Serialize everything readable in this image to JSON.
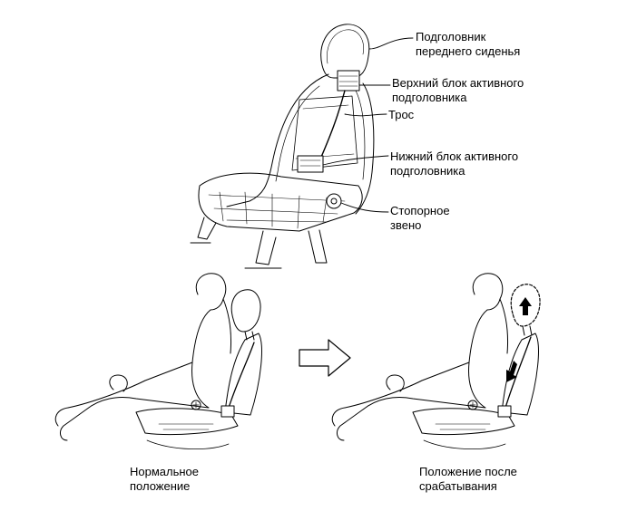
{
  "callouts": {
    "headrest": [
      "Подголовник",
      "переднего сиденья"
    ],
    "upper_block": [
      "Верхний блок активного",
      "подголовника"
    ],
    "cable": [
      "Трос"
    ],
    "lower_block": [
      "Нижний блок активного",
      "подголовника"
    ],
    "link": [
      "Стопорное",
      "звено"
    ]
  },
  "captions": {
    "normal": [
      "Нормальное",
      "положение"
    ],
    "after": [
      "Положение после",
      "срабатывания"
    ]
  },
  "icons": {
    "transition": "arrow-right-icon",
    "headrest_motion": "arrow-up-icon",
    "lower_motion": "arrow-down-icon"
  }
}
